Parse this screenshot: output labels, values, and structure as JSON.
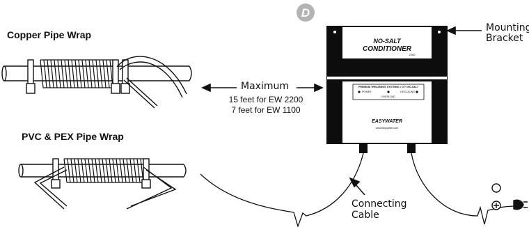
{
  "step_badge": "D",
  "labels": {
    "copper": "Copper Pipe Wrap",
    "pvc": "PVC & PEX Pipe Wrap",
    "maximum": "Maximum",
    "max_line1": "15 feet for EW 2200",
    "max_line2": "7 feet for EW 1100",
    "mounting_line1": "Mounting",
    "mounting_line2": "Bracket",
    "connecting_line1": "Connecting",
    "connecting_line2": "Cable"
  },
  "unit": {
    "brand_line1": "NO-SALT",
    "brand_line2": "CONDITIONER",
    "brand_model": "2200",
    "panel_title": "PREMIUM TREATMENT SYSTEMS 1 OTY NO-SALT",
    "power": "POWER",
    "overload": "OVERLOAD",
    "descaling": "DESCALING",
    "maker": "EASYWATER",
    "website": "www.easywater.com"
  },
  "colors": {
    "badge": "#b3b3b3",
    "unit_black": "#0d0d0d",
    "unit_bg": "#ffffff"
  }
}
